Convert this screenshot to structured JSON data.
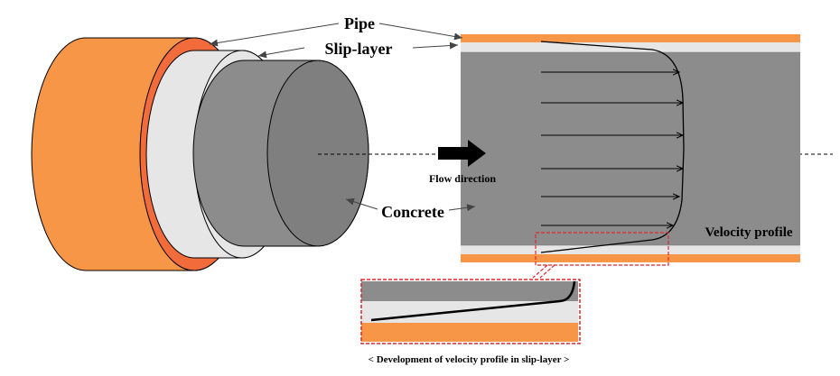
{
  "labels": {
    "pipe": "Pipe",
    "slip_layer": "Slip-layer",
    "concrete": "Concrete",
    "flow_direction": "Flow direction",
    "velocity_profile": "Velocity profile",
    "caption": "< Development of velocity profile in slip-layer >"
  },
  "colors": {
    "pipe_orange": "#f79646",
    "pipe_inner_edge": "#f26b3a",
    "slip_layer": "#e6e6e6",
    "concrete": "#8c8c8c",
    "concrete_front": "#7f7f7f",
    "detail_box_border": "#e0262b",
    "stroke": "#000000"
  },
  "icons": {
    "flow_arrow": "thick-right-arrow-icon"
  }
}
